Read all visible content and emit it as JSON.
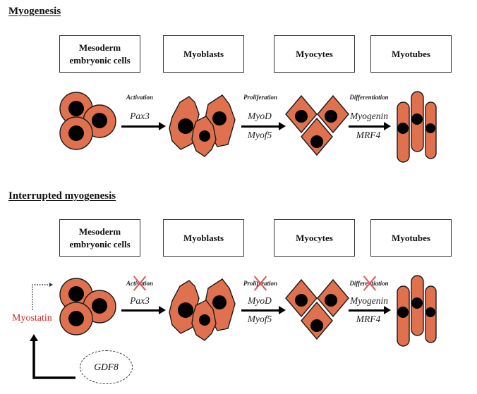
{
  "colors": {
    "cell_fill": "#e0714f",
    "nucleus": "#000000",
    "inhibitor_red": "#d42a2a",
    "cross_red": "#e05555"
  },
  "sections": [
    {
      "title": "Myogenesis",
      "stages": [
        "Mesoderm embryonic cells",
        "Myoblasts",
        "Myocytes",
        "Myotubes"
      ],
      "stages_lines": [
        [
          "Mesoderm",
          "embryonic cells"
        ],
        [
          "Myoblasts"
        ],
        [
          "Myocytes"
        ],
        [
          "Myotubes"
        ]
      ],
      "transitions": [
        {
          "step": "Activation",
          "genes_above": "Pax3",
          "genes_below": "",
          "blocked": false
        },
        {
          "step": "Proliferation",
          "genes_above": "MyoD",
          "genes_below": "Myof5",
          "blocked": false
        },
        {
          "step": "Differentiation",
          "genes_above": "Myogenin",
          "genes_below": "MRF4",
          "blocked": false
        }
      ]
    },
    {
      "title": "Interrupted myogenesis",
      "stages": [
        "Mesoderm embryonic cells",
        "Myoblasts",
        "Myocytes",
        "Myotubes"
      ],
      "stages_lines": [
        [
          "Mesoderm",
          "embryonic cells"
        ],
        [
          "Myoblasts"
        ],
        [
          "Myocytes"
        ],
        [
          "Myotubes"
        ]
      ],
      "transitions": [
        {
          "step": "Activation",
          "genes_above": "Pax3",
          "genes_below": "",
          "blocked": true
        },
        {
          "step": "Proliferation",
          "genes_above": "MyoD",
          "genes_below": "Myof5",
          "blocked": true
        },
        {
          "step": "Differentiation",
          "genes_above": "Myogenin",
          "genes_below": "MRF4",
          "blocked": true
        }
      ],
      "inhibitor": {
        "label": "Myostatin",
        "source_gene": "GDF8"
      }
    }
  ]
}
